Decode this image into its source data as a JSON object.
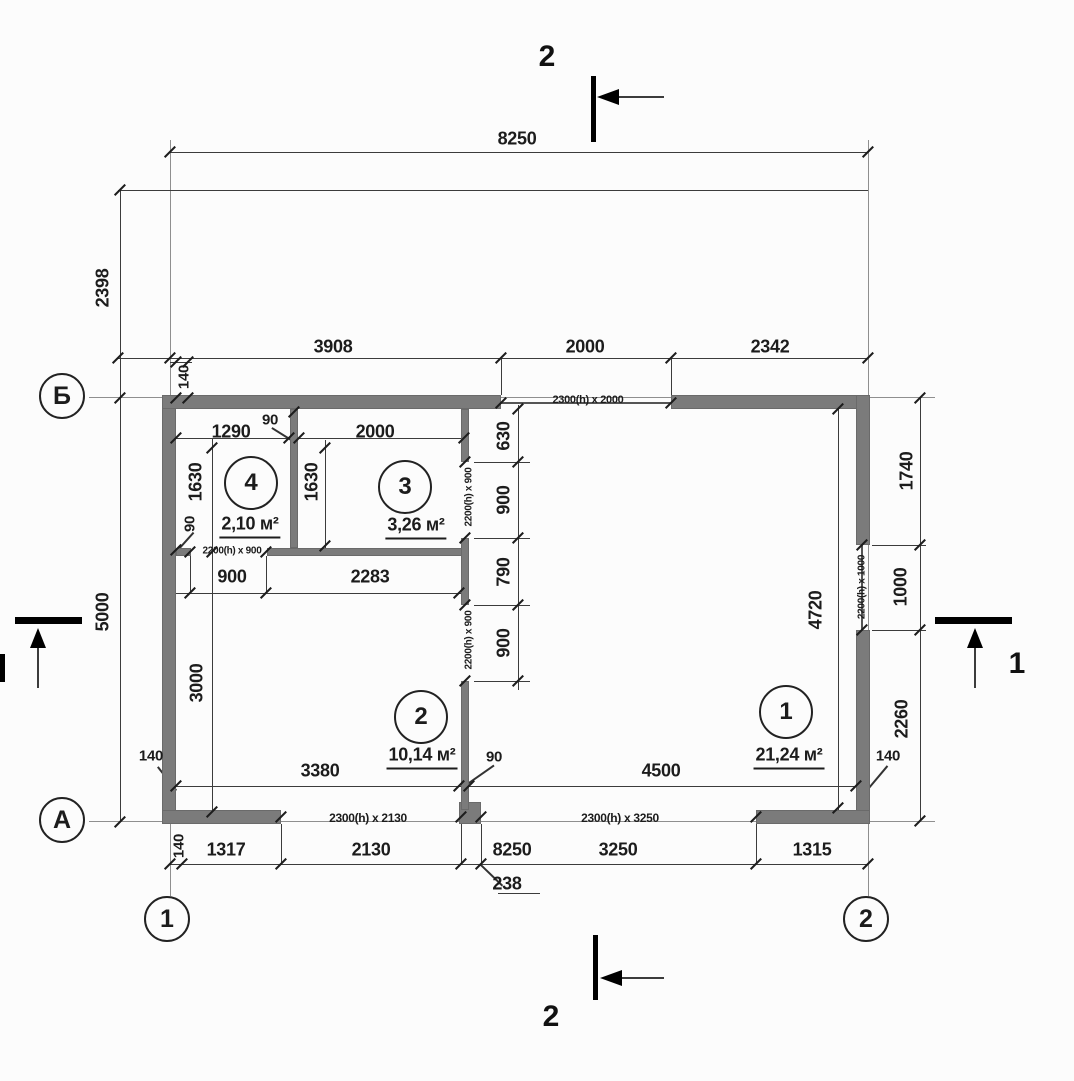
{
  "grid_axes": {
    "row_b": "Б",
    "row_a": "А",
    "col_1": "1",
    "col_2": "2"
  },
  "section_markers": {
    "top": "2",
    "bottom": "2",
    "right": "1"
  },
  "rooms": [
    {
      "number": "1",
      "area": "21,24 м²"
    },
    {
      "number": "2",
      "area": "10,14 м²"
    },
    {
      "number": "3",
      "area": "3,26 м²"
    },
    {
      "number": "4",
      "area": "2,10 м²"
    }
  ],
  "opening_labels": {
    "top_window": "2300(h) x 2000",
    "right_window": "2200(h) x 1000",
    "room4_door": "2200(h) x 900",
    "room3_door": "2200(h) x 900",
    "room2_door": "2200(h) x 900",
    "entry_door_left": "2300(h) x 2130",
    "entry_door_right": "2300(h) x 3250"
  },
  "dimensions": {
    "overall_top": "8250",
    "left_offset": "2398",
    "left_total": "5000",
    "top_chain": [
      "3908",
      "2000",
      "2342"
    ],
    "right_chain": [
      "1740",
      "1000",
      "2260"
    ],
    "inner_door_chain": [
      "630",
      "900",
      "790",
      "900"
    ],
    "bottom_chain": [
      "140",
      "1317",
      "2130",
      "8250",
      "3250",
      "1315"
    ],
    "bottom_pier": "238",
    "room1_height": "4720",
    "room1_width": "4500",
    "room2_width": "3380",
    "room2_height": "3000",
    "room4_width": "1290",
    "room3_width": "2000",
    "room4_height": "1630",
    "room3_height": "1630",
    "door_width": "900",
    "hall_width": "2283",
    "partition_90_top": "90",
    "partition_90_left": "90",
    "partition_90_bottom": "90",
    "wall_140_top_left": "140",
    "wall_140_bottom_left": "140",
    "wall_140_bottom_right": "140"
  }
}
